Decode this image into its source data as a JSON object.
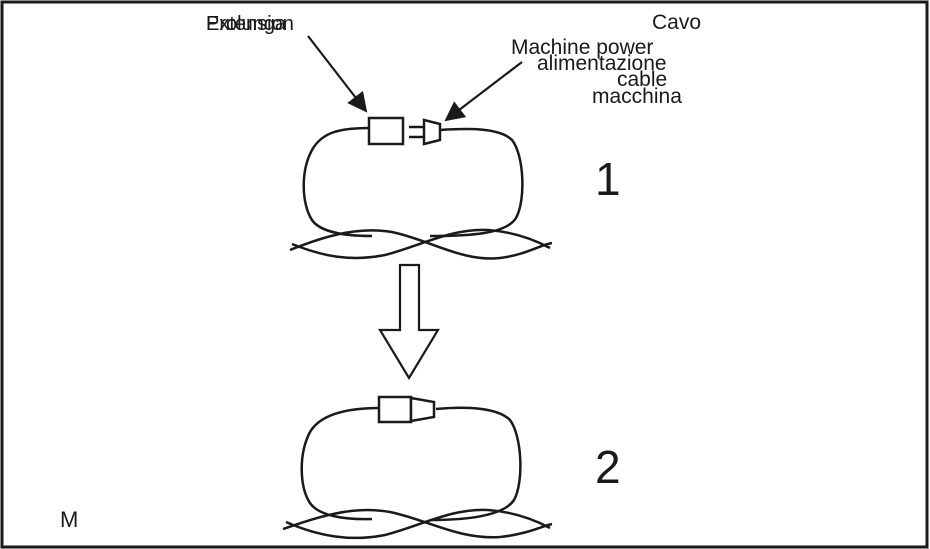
{
  "labels": {
    "extension_en": "Extension",
    "extension_it": "Prolunga",
    "cable_it_1": "Cavo",
    "cable_en_1": "Machine power",
    "cable_it_2": "alimentazione",
    "cable_en_2": "cable",
    "cable_it_3": "macchina",
    "step1": "1",
    "step2": "2",
    "corner_mark": "M"
  },
  "colors": {
    "ink": "#1a1a1a",
    "background": "#ffffff"
  }
}
